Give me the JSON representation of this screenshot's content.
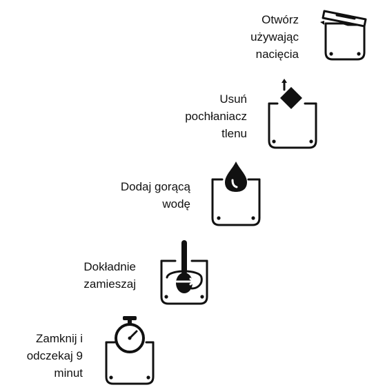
{
  "steps": [
    {
      "lines": [
        "Otwórz",
        "używając",
        "nacięcia"
      ],
      "icon": "pouch-open-notch-icon"
    },
    {
      "lines": [
        "Usuń",
        "pochłaniacz",
        "tlenu"
      ],
      "icon": "remove-oxygen-absorber-icon"
    },
    {
      "lines": [
        "Dodaj gorącą",
        "wodę"
      ],
      "icon": "add-hot-water-icon"
    },
    {
      "lines": [
        "Dokładnie",
        "zamieszaj"
      ],
      "icon": "stir-spoon-icon"
    },
    {
      "lines": [
        "Zamknij i",
        "odczekaj 9",
        "minut"
      ],
      "icon": "stopwatch-wait-icon"
    }
  ],
  "colors": {
    "ink": "#111111",
    "background": "#ffffff"
  }
}
